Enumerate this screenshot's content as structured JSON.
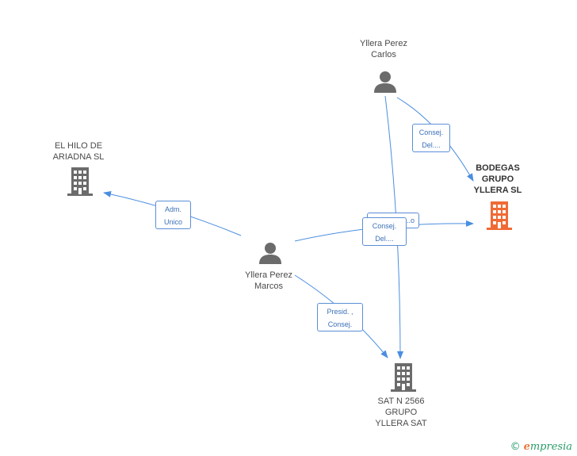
{
  "nodes": {
    "carlos": {
      "label": "Yllera Perez\nCarlos",
      "type": "person"
    },
    "marcos": {
      "label": "Yllera Perez\nMarcos",
      "type": "person"
    },
    "hilo": {
      "label": "EL HILO DE\nARIADNA SL",
      "type": "company"
    },
    "bodegas": {
      "label": "BODEGAS\nGRUPO\nYLLERA SL",
      "type": "company",
      "highlight": true
    },
    "sat": {
      "label": "SAT N 2566\nGRUPO\nYLLERA SAT",
      "type": "company"
    }
  },
  "edges": {
    "marcos_hilo": {
      "label": "Adm.\nUnico"
    },
    "carlos_bodegas": {
      "label": "Consej.\nDel...."
    },
    "marcos_bodegas": {
      "label": "Consej.\nDel...."
    },
    "carlos_sat_hidden": {
      "label": "...o"
    },
    "marcos_sat": {
      "label": "Presid. ,\nConsej."
    }
  },
  "colors": {
    "edge": "#4a8ee0",
    "person_icon": "#6b6b6b",
    "company_icon": "#6b6b6b",
    "highlight_icon": "#f06a35"
  },
  "footer": {
    "copyright": "©",
    "brand_e": "e",
    "brand_rest": "mpresia"
  }
}
